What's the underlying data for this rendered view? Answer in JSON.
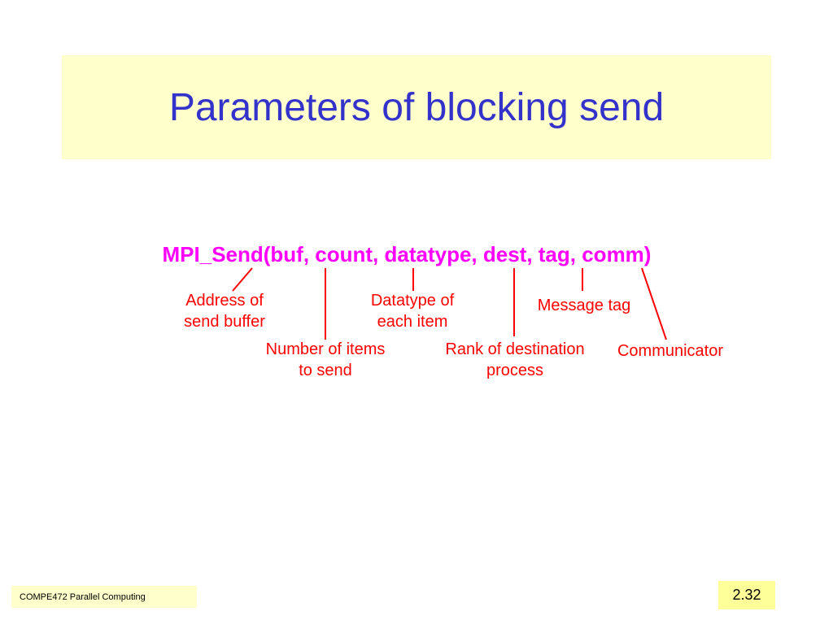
{
  "slide": {
    "title": "Parameters of blocking send",
    "signature": "MPI_Send(buf, count, datatype, dest, tag, comm)",
    "annotations": {
      "buf": [
        "Address of",
        "send buffer"
      ],
      "count": [
        "Number of items",
        "to send"
      ],
      "datatype": [
        "Datatype of",
        "each item"
      ],
      "dest": [
        "Rank of destination",
        "process"
      ],
      "tag": [
        "Message tag"
      ],
      "comm": [
        "Communicator"
      ]
    }
  },
  "footer": {
    "course": "COMPE472 Parallel Computing",
    "page": "2.32"
  },
  "colors": {
    "title_text": "#3333cc",
    "title_background": "#ffffcc",
    "signature_text": "#ff00ff",
    "annotation_text": "#ff0000",
    "footer_course_background": "#ffffcc",
    "footer_page_background": "#ffff99"
  }
}
